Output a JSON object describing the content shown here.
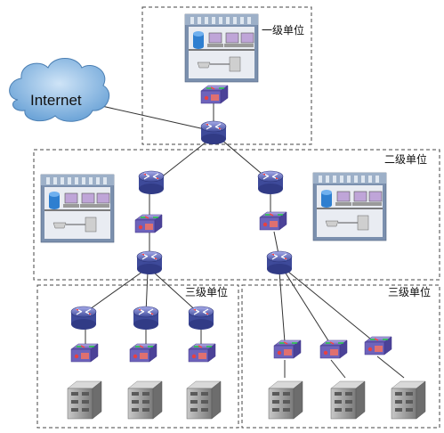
{
  "regions": {
    "level1": {
      "label": "一级单位"
    },
    "level2": {
      "label": "二级单位"
    },
    "level3_left": {
      "label": "三级单位"
    },
    "level3_right": {
      "label": "三级单位"
    }
  },
  "internet": {
    "label": "Internet"
  },
  "colors": {
    "router_body": "#5561a8",
    "router_top": "#8a90d0",
    "switch_body": "#7a70c0",
    "server_gray": "#9a9a9a",
    "link_line": "#333333",
    "dashed_border": "#444444",
    "cloud_fill": "#7fb3df",
    "building_blue": "#7b90ae"
  }
}
